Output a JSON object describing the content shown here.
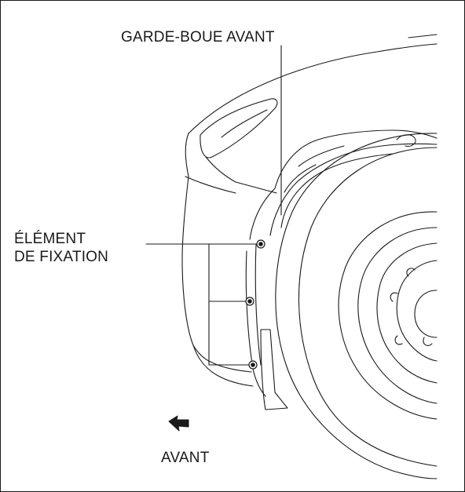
{
  "labels": {
    "front_fender": "GARDE-BOUE AVANT",
    "fastener_line1": "ÉLÉMENT",
    "fastener_line2": "DE FIXATION",
    "front": "AVANT"
  },
  "colors": {
    "line": "#1a1a1a",
    "background": "#ffffff"
  },
  "icons": {
    "direction_arrow": "arrow-left-icon"
  }
}
